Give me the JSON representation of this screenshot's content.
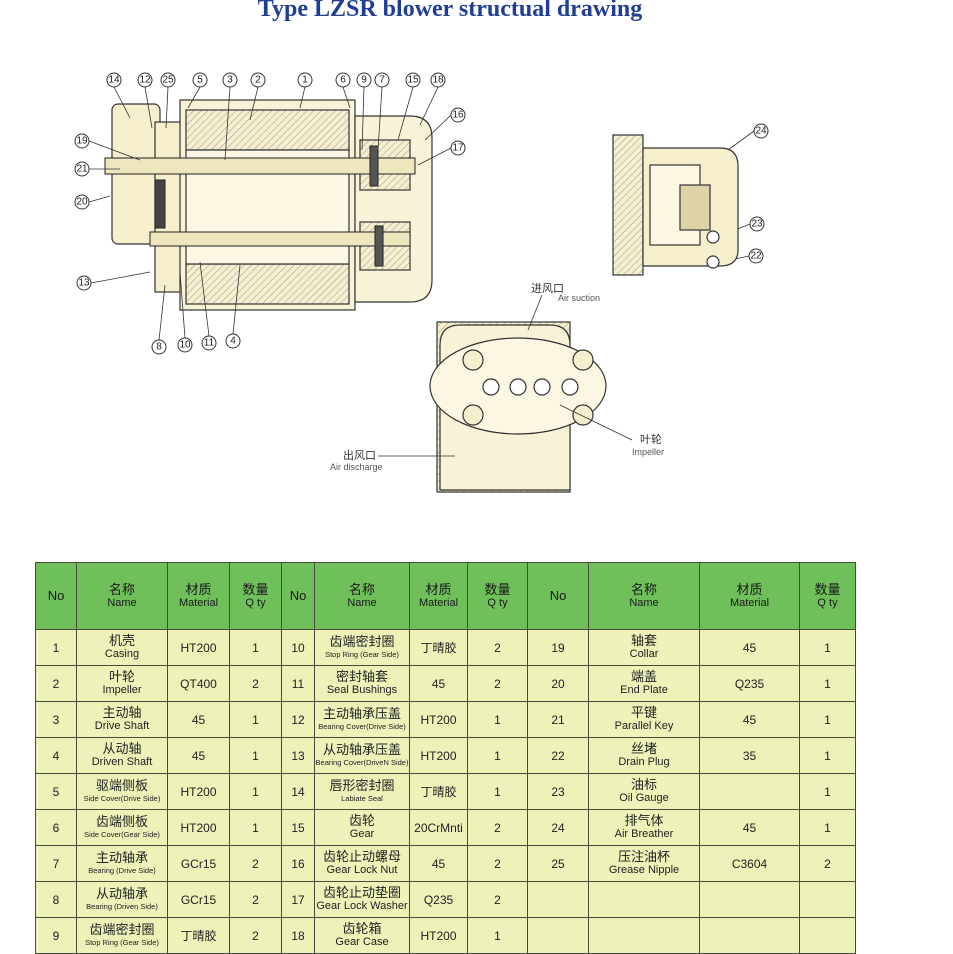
{
  "title": "Type LZSR blower structual drawing",
  "drawing": {
    "part_labels": [
      "14",
      "12",
      "25",
      "5",
      "3",
      "2",
      "1",
      "6",
      "9",
      "7",
      "15",
      "18",
      "16",
      "17",
      "19",
      "21",
      "20",
      "13",
      "8",
      "10",
      "11",
      "4",
      "24",
      "23",
      "22"
    ],
    "air_suction_cn": "进风口",
    "air_suction_en": "Air suction",
    "air_discharge_cn": "出风口",
    "air_discharge_en": "Air discharge",
    "impeller_cn": "叶轮",
    "impeller_en": "Impeller"
  },
  "table": {
    "headers": {
      "no": "No",
      "name_cn": "名称",
      "name_en": "Name",
      "material_cn": "材质",
      "material_en": "Material",
      "qty_cn": "数量",
      "qty_en": "Q ty"
    },
    "rows": [
      [
        {
          "no": "1",
          "cn": "机壳",
          "en": "Casing",
          "mat": "HT200",
          "qty": "1"
        },
        {
          "no": "10",
          "cn": "齿端密封圈",
          "en": "Stop Ring (Gear Side)",
          "mat": "丁晴胶",
          "qty": "2"
        },
        {
          "no": "19",
          "cn": "轴套",
          "en": "Collar",
          "mat": "45",
          "qty": "1"
        }
      ],
      [
        {
          "no": "2",
          "cn": "叶轮",
          "en": "Impeller",
          "mat": "QT400",
          "qty": "2"
        },
        {
          "no": "11",
          "cn": "密封轴套",
          "en": "Seal Bushings",
          "mat": "45",
          "qty": "2"
        },
        {
          "no": "20",
          "cn": "端盖",
          "en": "End Plate",
          "mat": "Q235",
          "qty": "1"
        }
      ],
      [
        {
          "no": "3",
          "cn": "主动轴",
          "en": "Drive Shaft",
          "mat": "45",
          "qty": "1"
        },
        {
          "no": "12",
          "cn": "主动轴承压盖",
          "en": "Bearing Cover(Drive Side)",
          "mat": "HT200",
          "qty": "1"
        },
        {
          "no": "21",
          "cn": "平键",
          "en": "Parallel Key",
          "mat": "45",
          "qty": "1"
        }
      ],
      [
        {
          "no": "4",
          "cn": "从动轴",
          "en": "Driven Shaft",
          "mat": "45",
          "qty": "1"
        },
        {
          "no": "13",
          "cn": "从动轴承压盖",
          "en": "Bearing Cover(DriveN Side)",
          "mat": "HT200",
          "qty": "1"
        },
        {
          "no": "22",
          "cn": "丝堵",
          "en": "Drain Plug",
          "mat": "35",
          "qty": "1"
        }
      ],
      [
        {
          "no": "5",
          "cn": "驱端侧板",
          "en": "Side Cover(Drive Side)",
          "mat": "HT200",
          "qty": "1"
        },
        {
          "no": "14",
          "cn": "唇形密封圈",
          "en": "Labiate Seal",
          "mat": "丁晴胶",
          "qty": "1"
        },
        {
          "no": "23",
          "cn": "油标",
          "en": "Oil Gauge",
          "mat": "",
          "qty": "1"
        }
      ],
      [
        {
          "no": "6",
          "cn": "齿端侧板",
          "en": "Side Cover(Gear Side)",
          "mat": "HT200",
          "qty": "1"
        },
        {
          "no": "15",
          "cn": "齿轮",
          "en": "Gear",
          "mat": "20CrMnti",
          "qty": "2"
        },
        {
          "no": "24",
          "cn": "排气体",
          "en": "Air Breather",
          "mat": "45",
          "qty": "1"
        }
      ],
      [
        {
          "no": "7",
          "cn": "主动轴承",
          "en": "Bearing (Drive Side)",
          "mat": "GCr15",
          "qty": "2"
        },
        {
          "no": "16",
          "cn": "齿轮止动螺母",
          "en": "Gear Lock Nut",
          "mat": "45",
          "qty": "2"
        },
        {
          "no": "25",
          "cn": "压注油杯",
          "en": "Grease Nipple",
          "mat": "C3604",
          "qty": "2"
        }
      ],
      [
        {
          "no": "8",
          "cn": "从动轴承",
          "en": "Bearing (Driven Side)",
          "mat": "GCr15",
          "qty": "2"
        },
        {
          "no": "17",
          "cn": "齿轮止动垫圈",
          "en": "Gear Lock Washer",
          "mat": "Q235",
          "qty": "2"
        },
        {
          "no": "",
          "cn": "",
          "en": "",
          "mat": "",
          "qty": ""
        }
      ],
      [
        {
          "no": "9",
          "cn": "齿端密封圈",
          "en": "Stop Ring (Gear Side)",
          "mat": "丁晴胶",
          "qty": "2"
        },
        {
          "no": "18",
          "cn": "齿轮箱",
          "en": "Gear Case",
          "mat": "HT200",
          "qty": "1"
        },
        {
          "no": "",
          "cn": "",
          "en": "",
          "mat": "",
          "qty": ""
        }
      ]
    ]
  }
}
